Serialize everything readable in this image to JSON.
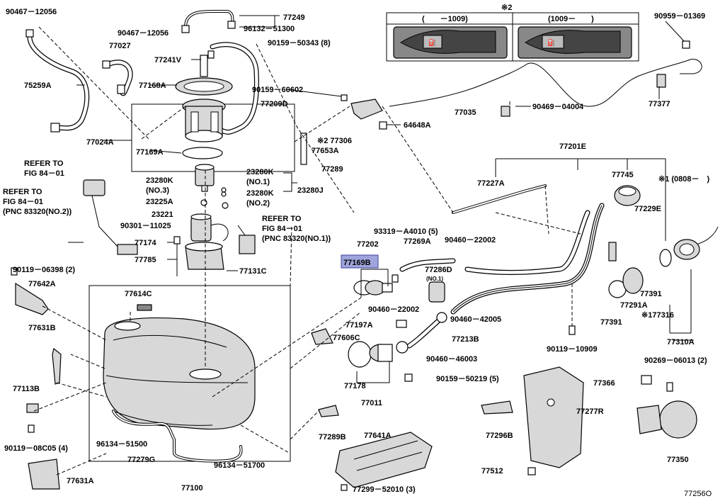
{
  "diagram": {
    "figure_id": "77256O",
    "highlighted_part": "77169B",
    "inset_variant": {
      "note": "※2",
      "col1": "(　　－1009)",
      "col2": "(1009－　　)"
    },
    "footnote_1": "※1 (0808－　)",
    "labels": {
      "p90467_12056_a": "90467－12056",
      "p77249": "77249",
      "p96132_51300": "96132－51300",
      "p90467_12056_b": "90467－12056",
      "p90159_50343": "90159－50343 (8)",
      "p77027": "77027",
      "p77241V": "77241V",
      "p75259A": "75259A",
      "p77168A": "77168A",
      "p90159_60602": "90159－60602",
      "p77209D": "77209D",
      "p77024A": "77024A",
      "p77169A": "77169A",
      "p77653A": "77653A",
      "p77289": "77289",
      "p77306": "※2 77306",
      "p64648A": "64648A",
      "p77035": "77035",
      "p90469_04004": "90469－04004",
      "p77377": "77377",
      "p90959_01369": "90959－01369",
      "p77201E": "77201E",
      "p77227A": "77227A",
      "p77745": "77745",
      "p77229E": "77229E",
      "ref_fig_84_01_a1": "REFER TO",
      "ref_fig_84_01_a2": "FIG 84－01",
      "ref_fig_84_01_b1": "REFER TO",
      "ref_fig_84_01_b2": "FIG 84－01",
      "ref_fig_84_01_b3": "(PNC 83320(NO.2))",
      "p23280K_1": "23280K",
      "p23280K_1n": "(NO.3)",
      "p23280K_2": "23280K",
      "p23280K_2n": "(NO.1)",
      "p23280K_3": "23280K",
      "p23280K_3n": "(NO.2)",
      "p23280J": "23280J",
      "p23225A": "23225A",
      "p23221": "23221",
      "p90301_11025": "90301－11025",
      "ref_fig_84_01_c1": "REFER TO",
      "ref_fig_84_01_c2": "FIG 84－01",
      "ref_fig_84_01_c3": "(PNC 83320(NO.1))",
      "p93319_A4010": "93319－A4010 (5)",
      "p90460_22002_a": "90460－22002",
      "p77202": "77202",
      "p77269A": "77269A",
      "p77174": "77174",
      "p77785": "77785",
      "p77131C": "77131C",
      "p77169B": "77169B",
      "p77286D": "77286D",
      "p77286D_n": "(NO.1)",
      "p90119_06398": "90119－06398 (2)",
      "p77642A": "77642A",
      "p77614C": "77614C",
      "p90460_22002_b": "90460－22002",
      "p90460_42005": "90460－42005",
      "p77391_a": "77391",
      "p77291A": "77291A",
      "p77391_b": "77391",
      "p177316": "※177316",
      "p77631B": "77631B",
      "p77197A": "77197A",
      "p77606C": "77606C",
      "p77213B": "77213B",
      "p90119_10909": "90119－10909",
      "p77310A": "77310A",
      "p90460_46003": "90460－46003",
      "p90269_06013": "90269－06013 (2)",
      "p77113B": "77113B",
      "p90159_50219": "90159－50219 (5)",
      "p77366": "77366",
      "p77178": "77178",
      "p77011": "77011",
      "p77277R": "77277R",
      "p77289B": "77289B",
      "p77641A": "77641A",
      "p77296B": "77296B",
      "p90119_08C05": "90119－08C05 (4)",
      "p96134_51500": "96134－51500",
      "p77279G": "77279G",
      "p96134_51700": "96134－51700",
      "p77350": "77350",
      "p77631A": "77631A",
      "p77100": "77100",
      "p77512": "77512",
      "p90299_52010": "77299－52010 (3)"
    }
  }
}
